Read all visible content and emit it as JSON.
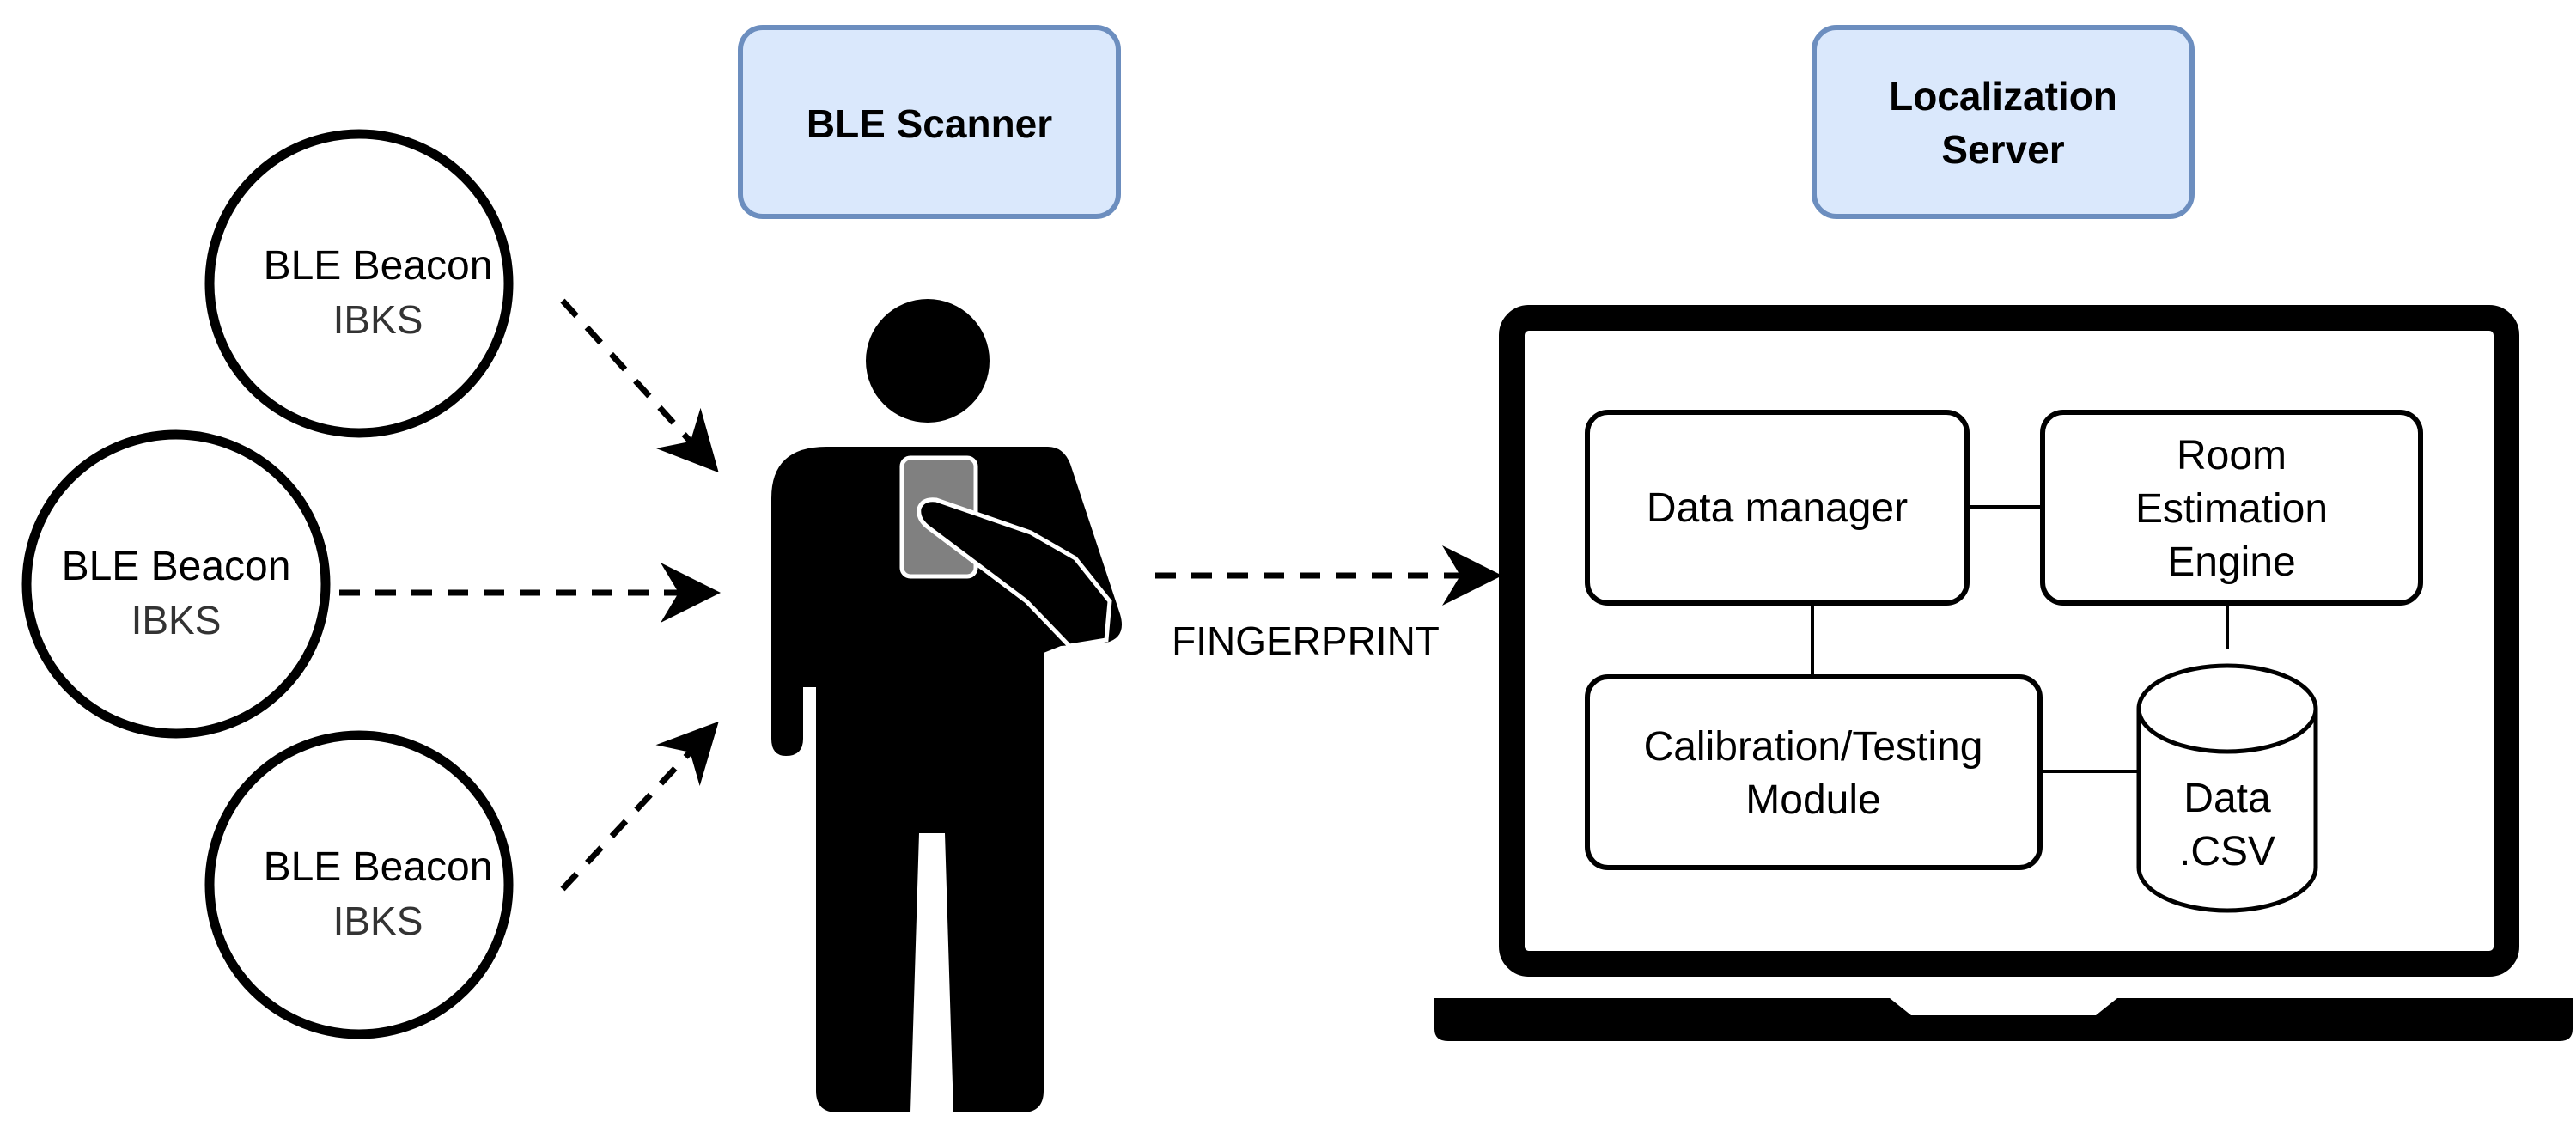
{
  "labels": {
    "scanner": "BLE Scanner",
    "server_line1": "Localization",
    "server_line2": "Server",
    "fingerprint": "FINGERPRINT"
  },
  "beacons": [
    {
      "line1": "BLE Beacon",
      "line2": "IBKS"
    },
    {
      "line1": "BLE Beacon",
      "line2": "IBKS"
    },
    {
      "line1": "BLE Beacon",
      "line2": "IBKS"
    }
  ],
  "modules": {
    "data_manager": "Data manager",
    "room_line1": "Room",
    "room_line2": "Estimation",
    "room_line3": "Engine",
    "calib_line1": "Calibration/Testing",
    "calib_line2": "Module",
    "db_line1": "Data",
    "db_line2": ".CSV"
  },
  "colors": {
    "header_fill": "#dae8fc",
    "header_stroke": "#6c8ebf",
    "ink": "#000000",
    "phone": "#808080"
  }
}
